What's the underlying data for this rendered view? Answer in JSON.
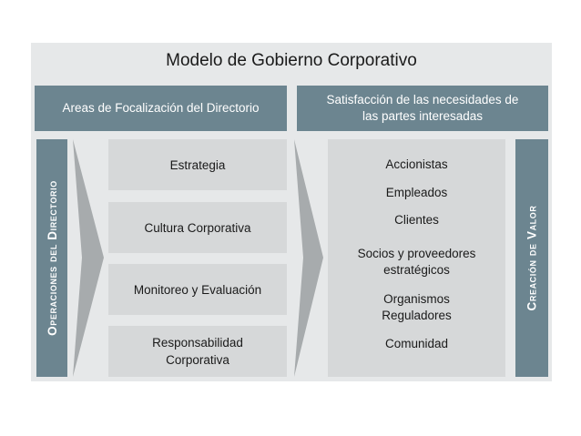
{
  "title": "Modelo de Gobierno Corporativo",
  "left_header": "Areas de Focalización del Directorio",
  "right_header_line1": "Satisfacción de las necesidades de",
  "right_header_line2": "las partes interesadas",
  "left_vertical": "Operaciones del Directorio",
  "right_vertical": "Creación de Valor",
  "focus_areas": [
    {
      "line1": "Estrategia",
      "line2": ""
    },
    {
      "line1": "Cultura Corporativa",
      "line2": ""
    },
    {
      "line1": "Monitoreo y Evaluación",
      "line2": ""
    },
    {
      "line1": "Responsabilidad",
      "line2": "Corporativa"
    }
  ],
  "stakeholders": [
    {
      "line1": "Accionistas",
      "line2": ""
    },
    {
      "line1": "Empleados",
      "line2": ""
    },
    {
      "line1": "Clientes",
      "line2": ""
    },
    {
      "line1": "Socios y proveedores",
      "line2": "estratégicos"
    },
    {
      "line1": "Organismos",
      "line2": "Reguladores"
    },
    {
      "line1": "Comunidad",
      "line2": ""
    }
  ],
  "colors": {
    "header": "#6c8590",
    "box": "#d6d8d9",
    "background": "#e6e8e9",
    "arrow": "#a7abad"
  }
}
